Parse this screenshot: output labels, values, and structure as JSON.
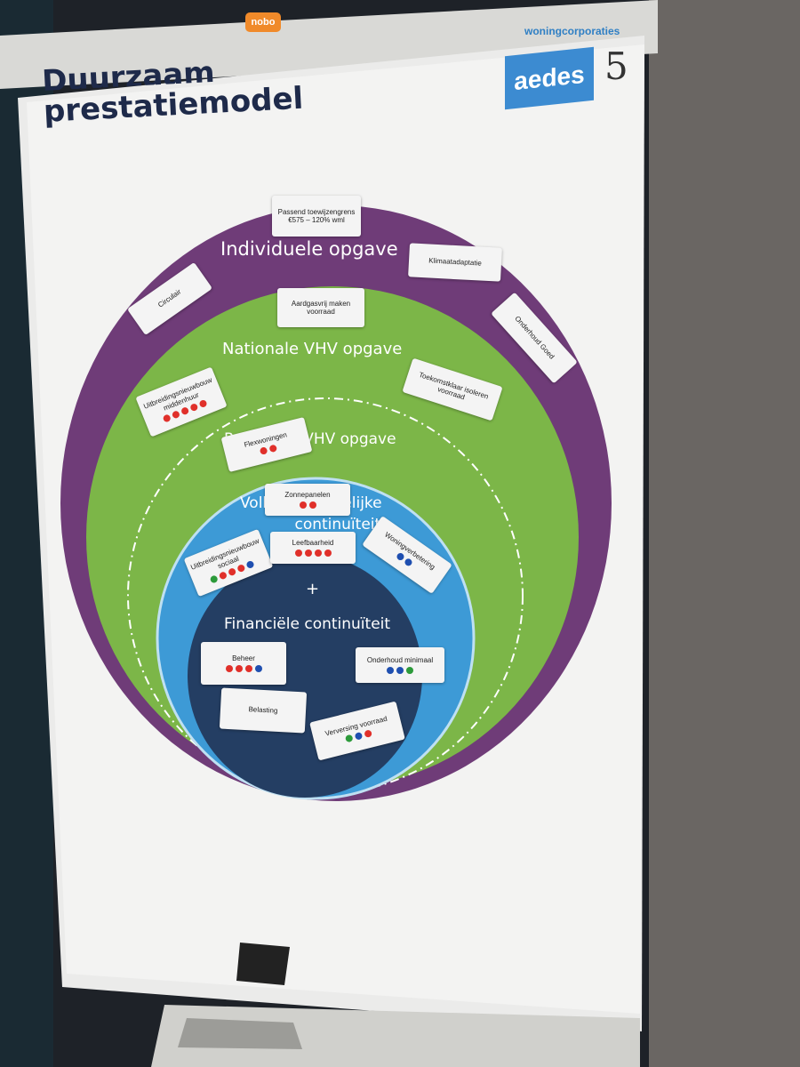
{
  "brand": {
    "nobo": "nobo",
    "aedes_org_line1": "woningcorporaties",
    "aedes_logo": "aedes",
    "handwritten_number": "5"
  },
  "poster": {
    "title_line1": "Duurzaam",
    "title_line2": "prestatiemodel"
  },
  "rings": {
    "individuele": "Individuele opgave",
    "nationale": "Nationale VHV opgave",
    "regionale": "Regionale VHV opgave",
    "volkshuisvestelijke_line1": "Volkshuisvestelijke",
    "volkshuisvestelijke_line2": "continuïteit",
    "plus": "+",
    "financiele": "Financiële continuïteit"
  },
  "colors": {
    "purple": "#6f3c78",
    "green": "#7cb648",
    "light_blue": "#3d9ad6",
    "dark_navy": "#243e63",
    "dot_red": "#e0302a",
    "dot_blue": "#1f4fb0",
    "dot_green": "#2c9a3a"
  },
  "stickies": [
    {
      "id": "passend",
      "text": "Passend toewijzengrens €575 – 120% wml",
      "dots": []
    },
    {
      "id": "klimaat",
      "text": "Klimaatadaptatie",
      "dots": []
    },
    {
      "id": "circulair",
      "text": "Circulair",
      "dots": []
    },
    {
      "id": "onderhoud-goed",
      "text": "Onderhoud Goed",
      "dots": []
    },
    {
      "id": "aardgasvrij",
      "text": "Aardgasvrij maken voorraad",
      "dots": []
    },
    {
      "id": "toekomstklaar",
      "text": "Toekomstklaar isoleren voorraad",
      "dots": []
    },
    {
      "id": "uitbreiding-midden",
      "text": "Uitbreidingsnieuwbouw middenhuur",
      "dots": [
        "red",
        "red",
        "red",
        "red",
        "red"
      ]
    },
    {
      "id": "flexwoningen",
      "text": "Flexwoningen",
      "dots": [
        "red",
        "red"
      ]
    },
    {
      "id": "zonnepanelen",
      "text": "Zonnepanelen",
      "dots": [
        "red",
        "red"
      ]
    },
    {
      "id": "uitbreiding-sociaal",
      "text": "Uitbreidingsnieuwbouw sociaal",
      "dots": [
        "green",
        "red",
        "red",
        "red",
        "blue"
      ]
    },
    {
      "id": "leefbaarheid",
      "text": "Leefbaarheid",
      "dots": [
        "red",
        "red",
        "red",
        "red"
      ]
    },
    {
      "id": "woningverbetering",
      "text": "Woningverbetering",
      "dots": [
        "blue",
        "blue"
      ]
    },
    {
      "id": "beheer",
      "text": "Beheer",
      "dots": [
        "red",
        "red",
        "red",
        "blue"
      ]
    },
    {
      "id": "onderhoud-minimaal",
      "text": "Onderhoud minimaal",
      "dots": [
        "blue",
        "blue",
        "green"
      ]
    },
    {
      "id": "belasting",
      "text": "Belasting",
      "dots": []
    },
    {
      "id": "verversing",
      "text": "Verversing voorraad",
      "dots": [
        "green",
        "blue",
        "red"
      ]
    }
  ]
}
